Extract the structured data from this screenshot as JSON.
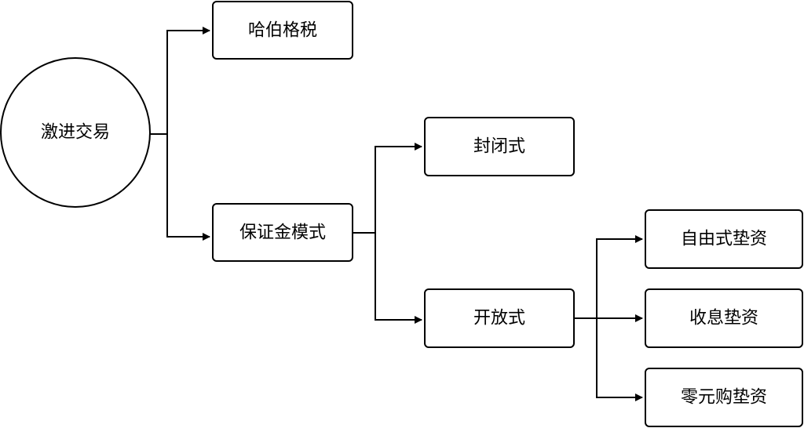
{
  "diagram": {
    "nodes": {
      "root": {
        "label": "激进交易"
      },
      "harberger": {
        "label": "哈伯格税"
      },
      "margin": {
        "label": "保证金模式"
      },
      "closed": {
        "label": "封闭式"
      },
      "open": {
        "label": "开放式"
      },
      "self_advance": {
        "label": "自由式垫资"
      },
      "interest_advance": {
        "label": "收息垫资"
      },
      "zero_advance": {
        "label": "零元购垫资"
      }
    },
    "edges": [
      {
        "from": "root",
        "to": "harberger"
      },
      {
        "from": "root",
        "to": "margin"
      },
      {
        "from": "margin",
        "to": "closed"
      },
      {
        "from": "margin",
        "to": "open"
      },
      {
        "from": "open",
        "to": "self_advance"
      },
      {
        "from": "open",
        "to": "interest_advance"
      },
      {
        "from": "open",
        "to": "zero_advance"
      }
    ]
  }
}
